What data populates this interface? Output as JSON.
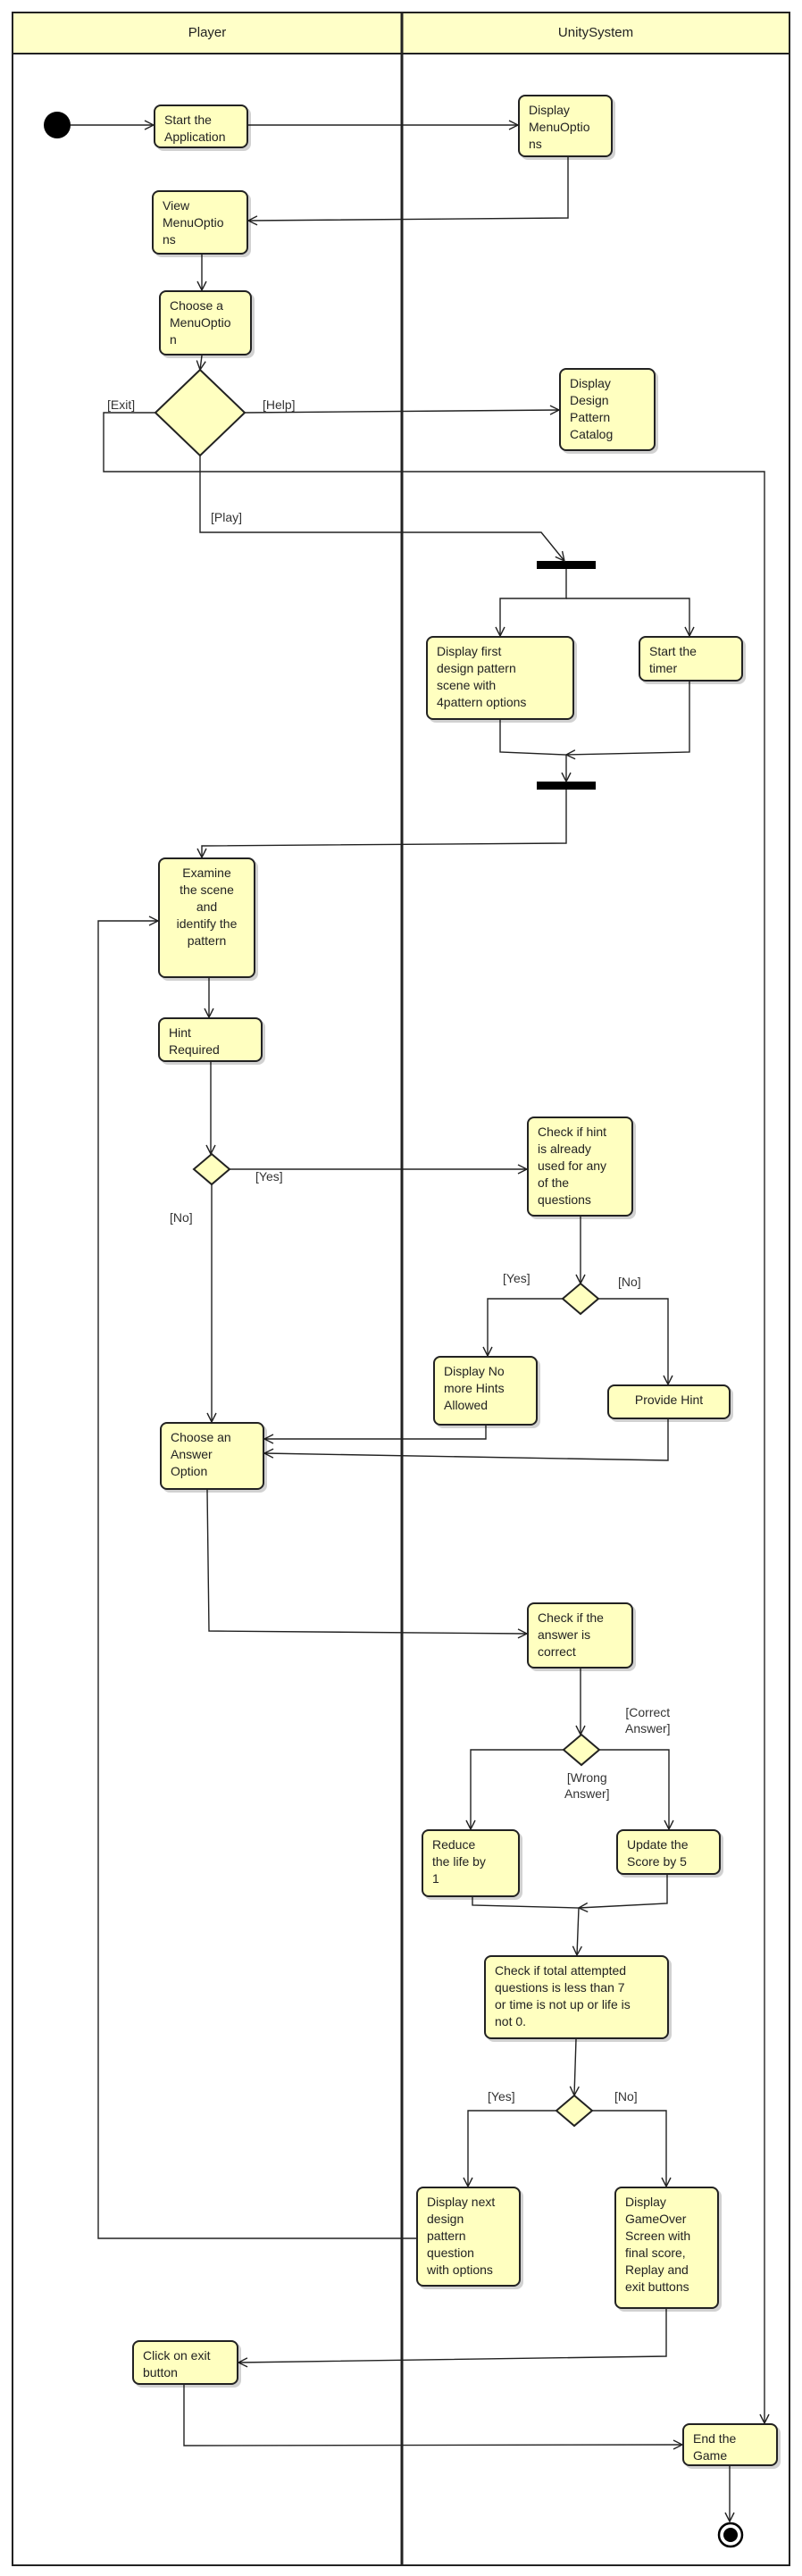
{
  "lanes": {
    "player": "Player",
    "system": "UnitySystem"
  },
  "actions": {
    "start_app": "Start the\nApplication",
    "display_menu": "Display\nMenuOptio\nns",
    "view_menu": "View\nMenuOptio\nns",
    "choose_menu": "Choose a\nMenuOptio\nn",
    "display_catalog": "Display\nDesign\nPattern\nCatalog",
    "display_first": "Display first\ndesign pattern\nscene with\n4pattern options",
    "start_timer": "Start the\ntimer",
    "examine": "Examine\nthe scene\nand\nidentify the\npattern",
    "hint_required": "Hint\nRequired",
    "check_hint": "Check if hint\nis already\nused for any\nof the\nquestions",
    "no_more_hints": "Display No\nmore Hints\nAllowed",
    "provide_hint": "Provide Hint",
    "choose_answer": "Choose an\nAnswer\nOption",
    "check_answer": "Check if the\nanswer is\ncorrect",
    "reduce_life": "Reduce\nthe life by\n1",
    "update_score": "Update the\nScore by 5",
    "check_total": "Check if total attempted\nquestions is less than 7\nor time is not up or life is\nnot 0.",
    "display_next": "Display next\ndesign\npattern\nquestion\nwith options",
    "display_gameover": "Display\nGameOver\nScreen with\nfinal score,\nReplay and\nexit buttons",
    "click_exit": "Click on exit\nbutton",
    "end_game": "End the\nGame"
  },
  "guards": {
    "exit": "[Exit]",
    "help": "[Help]",
    "play": "[Play]",
    "hint_yes": "[Yes]",
    "hint_no": "[No]",
    "used_yes": "[Yes]",
    "used_no": "[No]",
    "correct": "[Correct\nAnswer]",
    "wrong": "[Wrong\nAnswer]",
    "total_yes": "[Yes]",
    "total_no": "[No]"
  },
  "colors": {
    "action_fill": "#ffffc0",
    "lane_header_fill": "#ffffc8",
    "line": "#222222"
  }
}
